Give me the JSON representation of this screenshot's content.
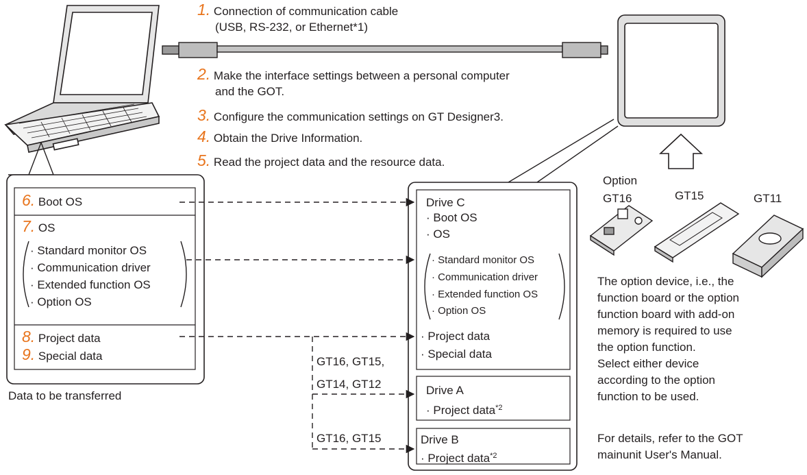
{
  "steps": [
    {
      "num": "1.",
      "lines": [
        "Connection of communication cable",
        "(USB, RS-232, or Ethernet*1)"
      ]
    },
    {
      "num": "2.",
      "lines": [
        "Make the interface settings between a personal computer",
        "and the GOT."
      ]
    },
    {
      "num": "3.",
      "lines": [
        "Configure the communication settings on GT Designer3."
      ]
    },
    {
      "num": "4.",
      "lines": [
        "Obtain the Drive Information."
      ]
    },
    {
      "num": "5.",
      "lines": [
        "Read the project data and the resource data."
      ]
    }
  ],
  "source": {
    "boot": {
      "num": "6.",
      "label": "Boot OS"
    },
    "os": {
      "num": "7.",
      "label": "OS",
      "items": [
        "· Standard monitor OS",
        "· Communication driver",
        "· Extended function OS",
        "· Option OS"
      ]
    },
    "project": {
      "num": "8.",
      "label": "Project data"
    },
    "special": {
      "num": "9.",
      "label": "Special data"
    },
    "caption": "Data to be transferred"
  },
  "drive_c": {
    "title": "Drive C",
    "items": [
      "· Boot OS",
      "· OS"
    ],
    "os_items": [
      "· Standard monitor OS",
      "· Communication driver",
      "· Extended function OS",
      "· Option OS"
    ],
    "data_items": [
      "· Project data",
      "· Special data"
    ]
  },
  "drive_a": {
    "title": "Drive A",
    "item": "· Project data",
    "note": "*2",
    "route": [
      "GT16, GT15,",
      "GT14, GT12"
    ]
  },
  "drive_b": {
    "title": "Drive B",
    "item": "· Project data",
    "note": "*2",
    "route": "GT16, GT15"
  },
  "options": {
    "heading": "Option",
    "gt16": "GT16",
    "gt15": "GT15",
    "gt11": "GT11",
    "description": [
      "The option device, i.e., the",
      "function board or the option",
      "function board with add-on",
      "memory is required to use",
      "the option function.",
      "Select either device",
      "according to the option",
      "function to be used."
    ],
    "reference": [
      "For details, refer to the GOT",
      "mainunit User's Manual."
    ]
  }
}
